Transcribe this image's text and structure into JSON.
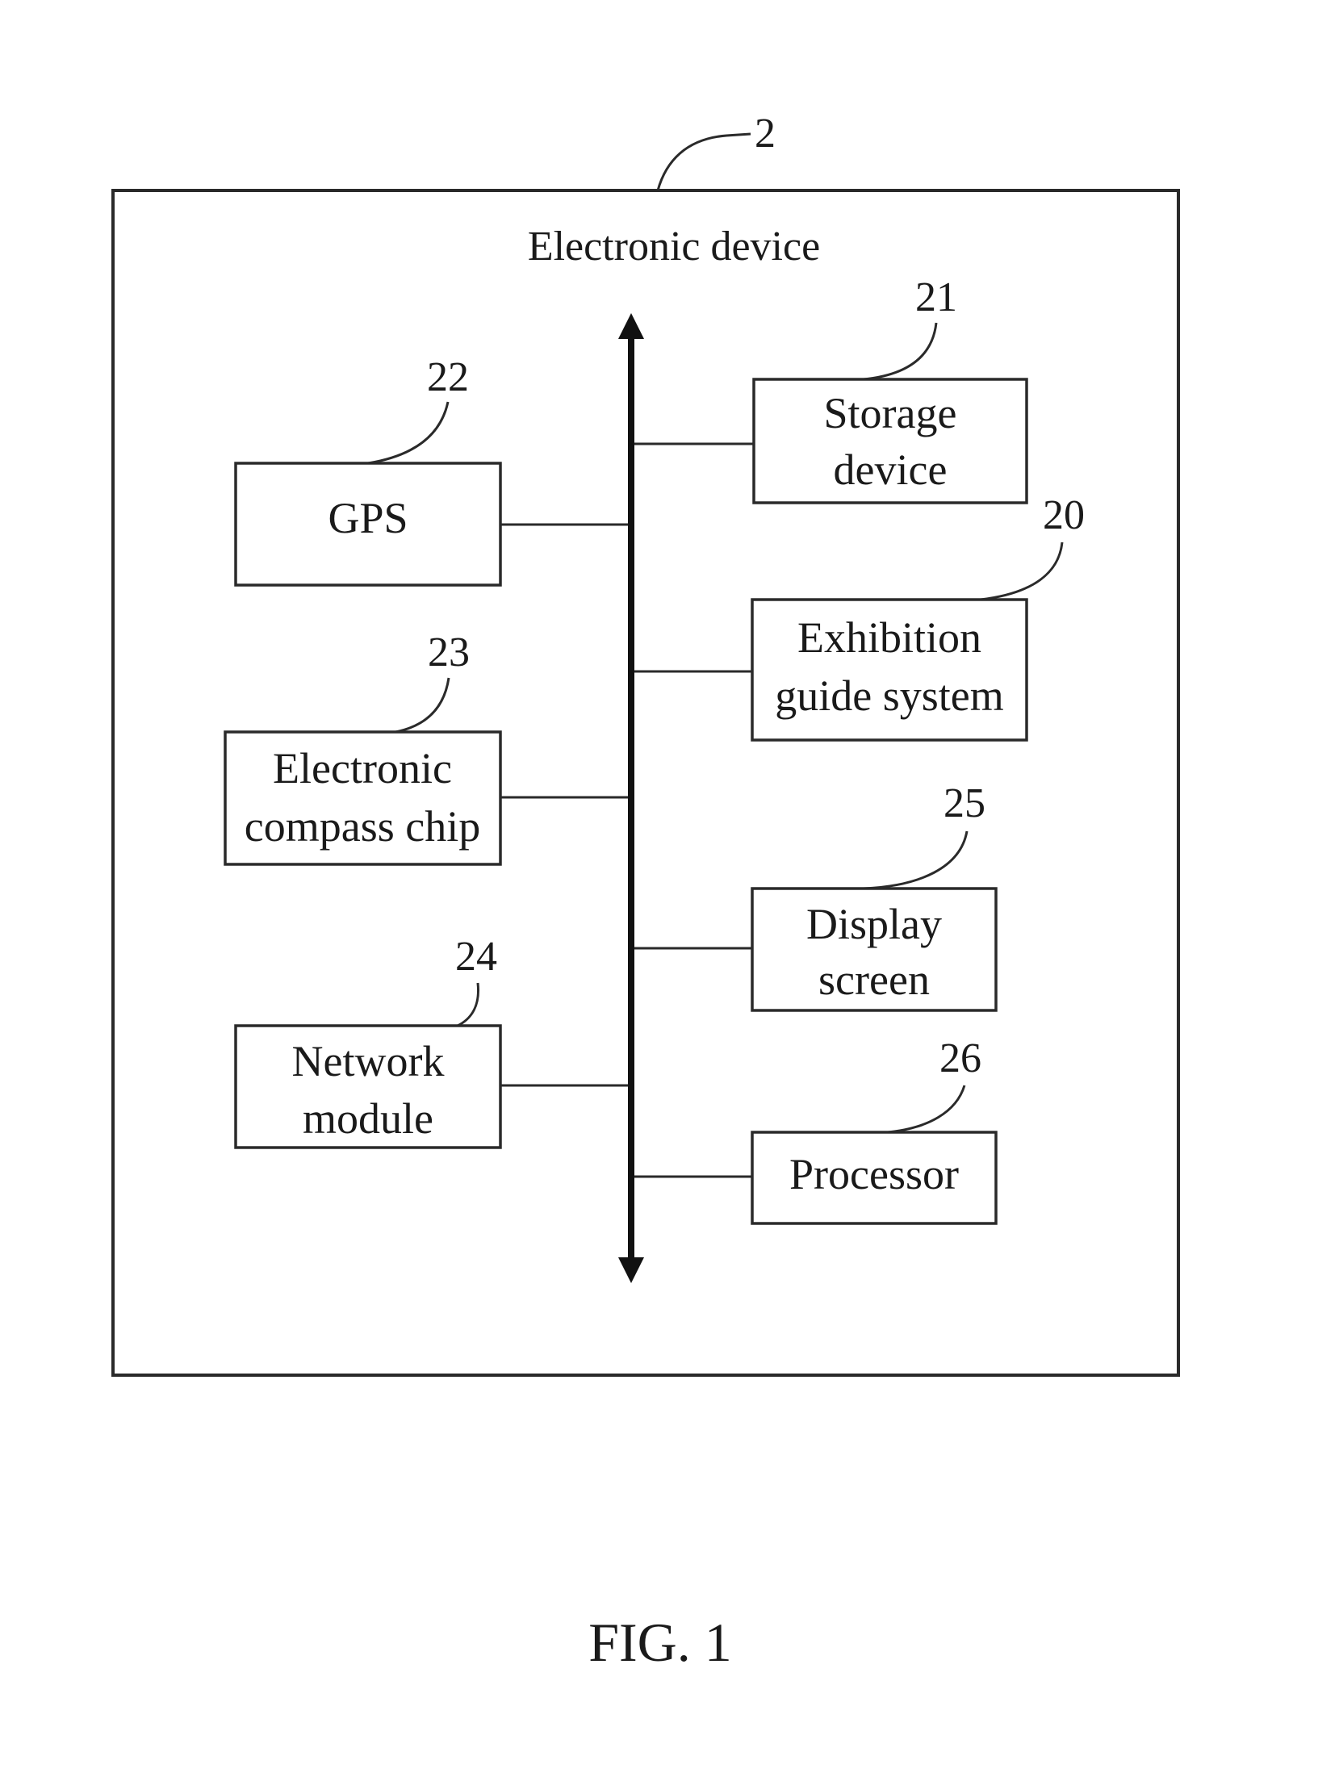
{
  "diagram": {
    "figure_label": "FIG. 1",
    "device": {
      "ref": "2",
      "title": "Electronic device"
    },
    "blocks": [
      {
        "key": "gps",
        "ref": "22",
        "lines": [
          "GPS"
        ]
      },
      {
        "key": "compass",
        "ref": "23",
        "lines": [
          "Electronic",
          "compass chip"
        ]
      },
      {
        "key": "network",
        "ref": "24",
        "lines": [
          "Network",
          "module"
        ]
      },
      {
        "key": "storage",
        "ref": "21",
        "lines": [
          "Storage",
          "device"
        ]
      },
      {
        "key": "exhibition",
        "ref": "20",
        "lines": [
          "Exhibition",
          "guide system"
        ]
      },
      {
        "key": "display",
        "ref": "25",
        "lines": [
          "Display",
          "screen"
        ]
      },
      {
        "key": "processor",
        "ref": "26",
        "lines": [
          "Processor"
        ]
      }
    ]
  }
}
